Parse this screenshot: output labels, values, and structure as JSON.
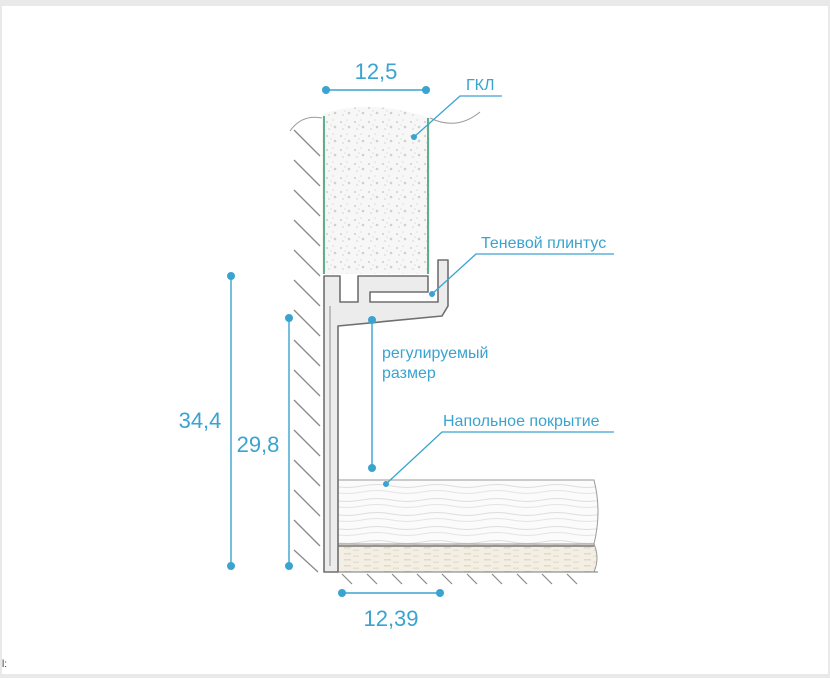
{
  "labels": {
    "gkl": "ГКЛ",
    "shadow_skirting": "Теневой плинтус",
    "adjustable_line1": "регулируемый",
    "adjustable_line2": "размер",
    "floor_covering": "Напольное покрытие"
  },
  "dimensions": {
    "top_width": "12,5",
    "bottom_width": "12,39",
    "total_height": "34,4",
    "profile_height": "29,8"
  },
  "corner_text": "l:",
  "colors": {
    "accent": "#3aa3cf",
    "outline": "#777777",
    "hatch": "#8a8a8a",
    "board_edge": "#5fae8c"
  }
}
